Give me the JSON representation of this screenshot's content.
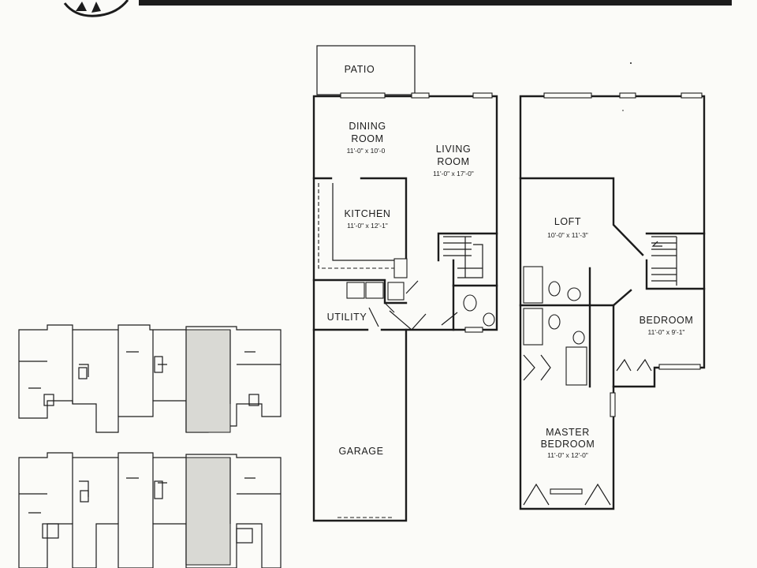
{
  "rooms": {
    "patio": {
      "name": "PATIO"
    },
    "dining": {
      "name_line1": "DINING",
      "name_line2": "ROOM",
      "dims": "11'-0\" x 10'-0"
    },
    "living": {
      "name_line1": "LIVING",
      "name_line2": "ROOM",
      "dims": "11'-0\" x 17'-0\""
    },
    "kitchen": {
      "name": "KITCHEN",
      "dims": "11'-0\" x 12'-1\""
    },
    "utility": {
      "name": "UTILITY"
    },
    "garage": {
      "name": "GARAGE"
    },
    "loft": {
      "name": "LOFT",
      "dims": "10'-0\" x 11'-3\""
    },
    "bedroom": {
      "name": "BEDROOM",
      "dims": "11'-0\" x 9'-1\""
    },
    "master": {
      "name_line1": "MASTER",
      "name_line2": "BEDROOM",
      "dims": "11'-0\" x 12'-0\""
    }
  },
  "header": {
    "rule_color": "#1c1c1c"
  }
}
